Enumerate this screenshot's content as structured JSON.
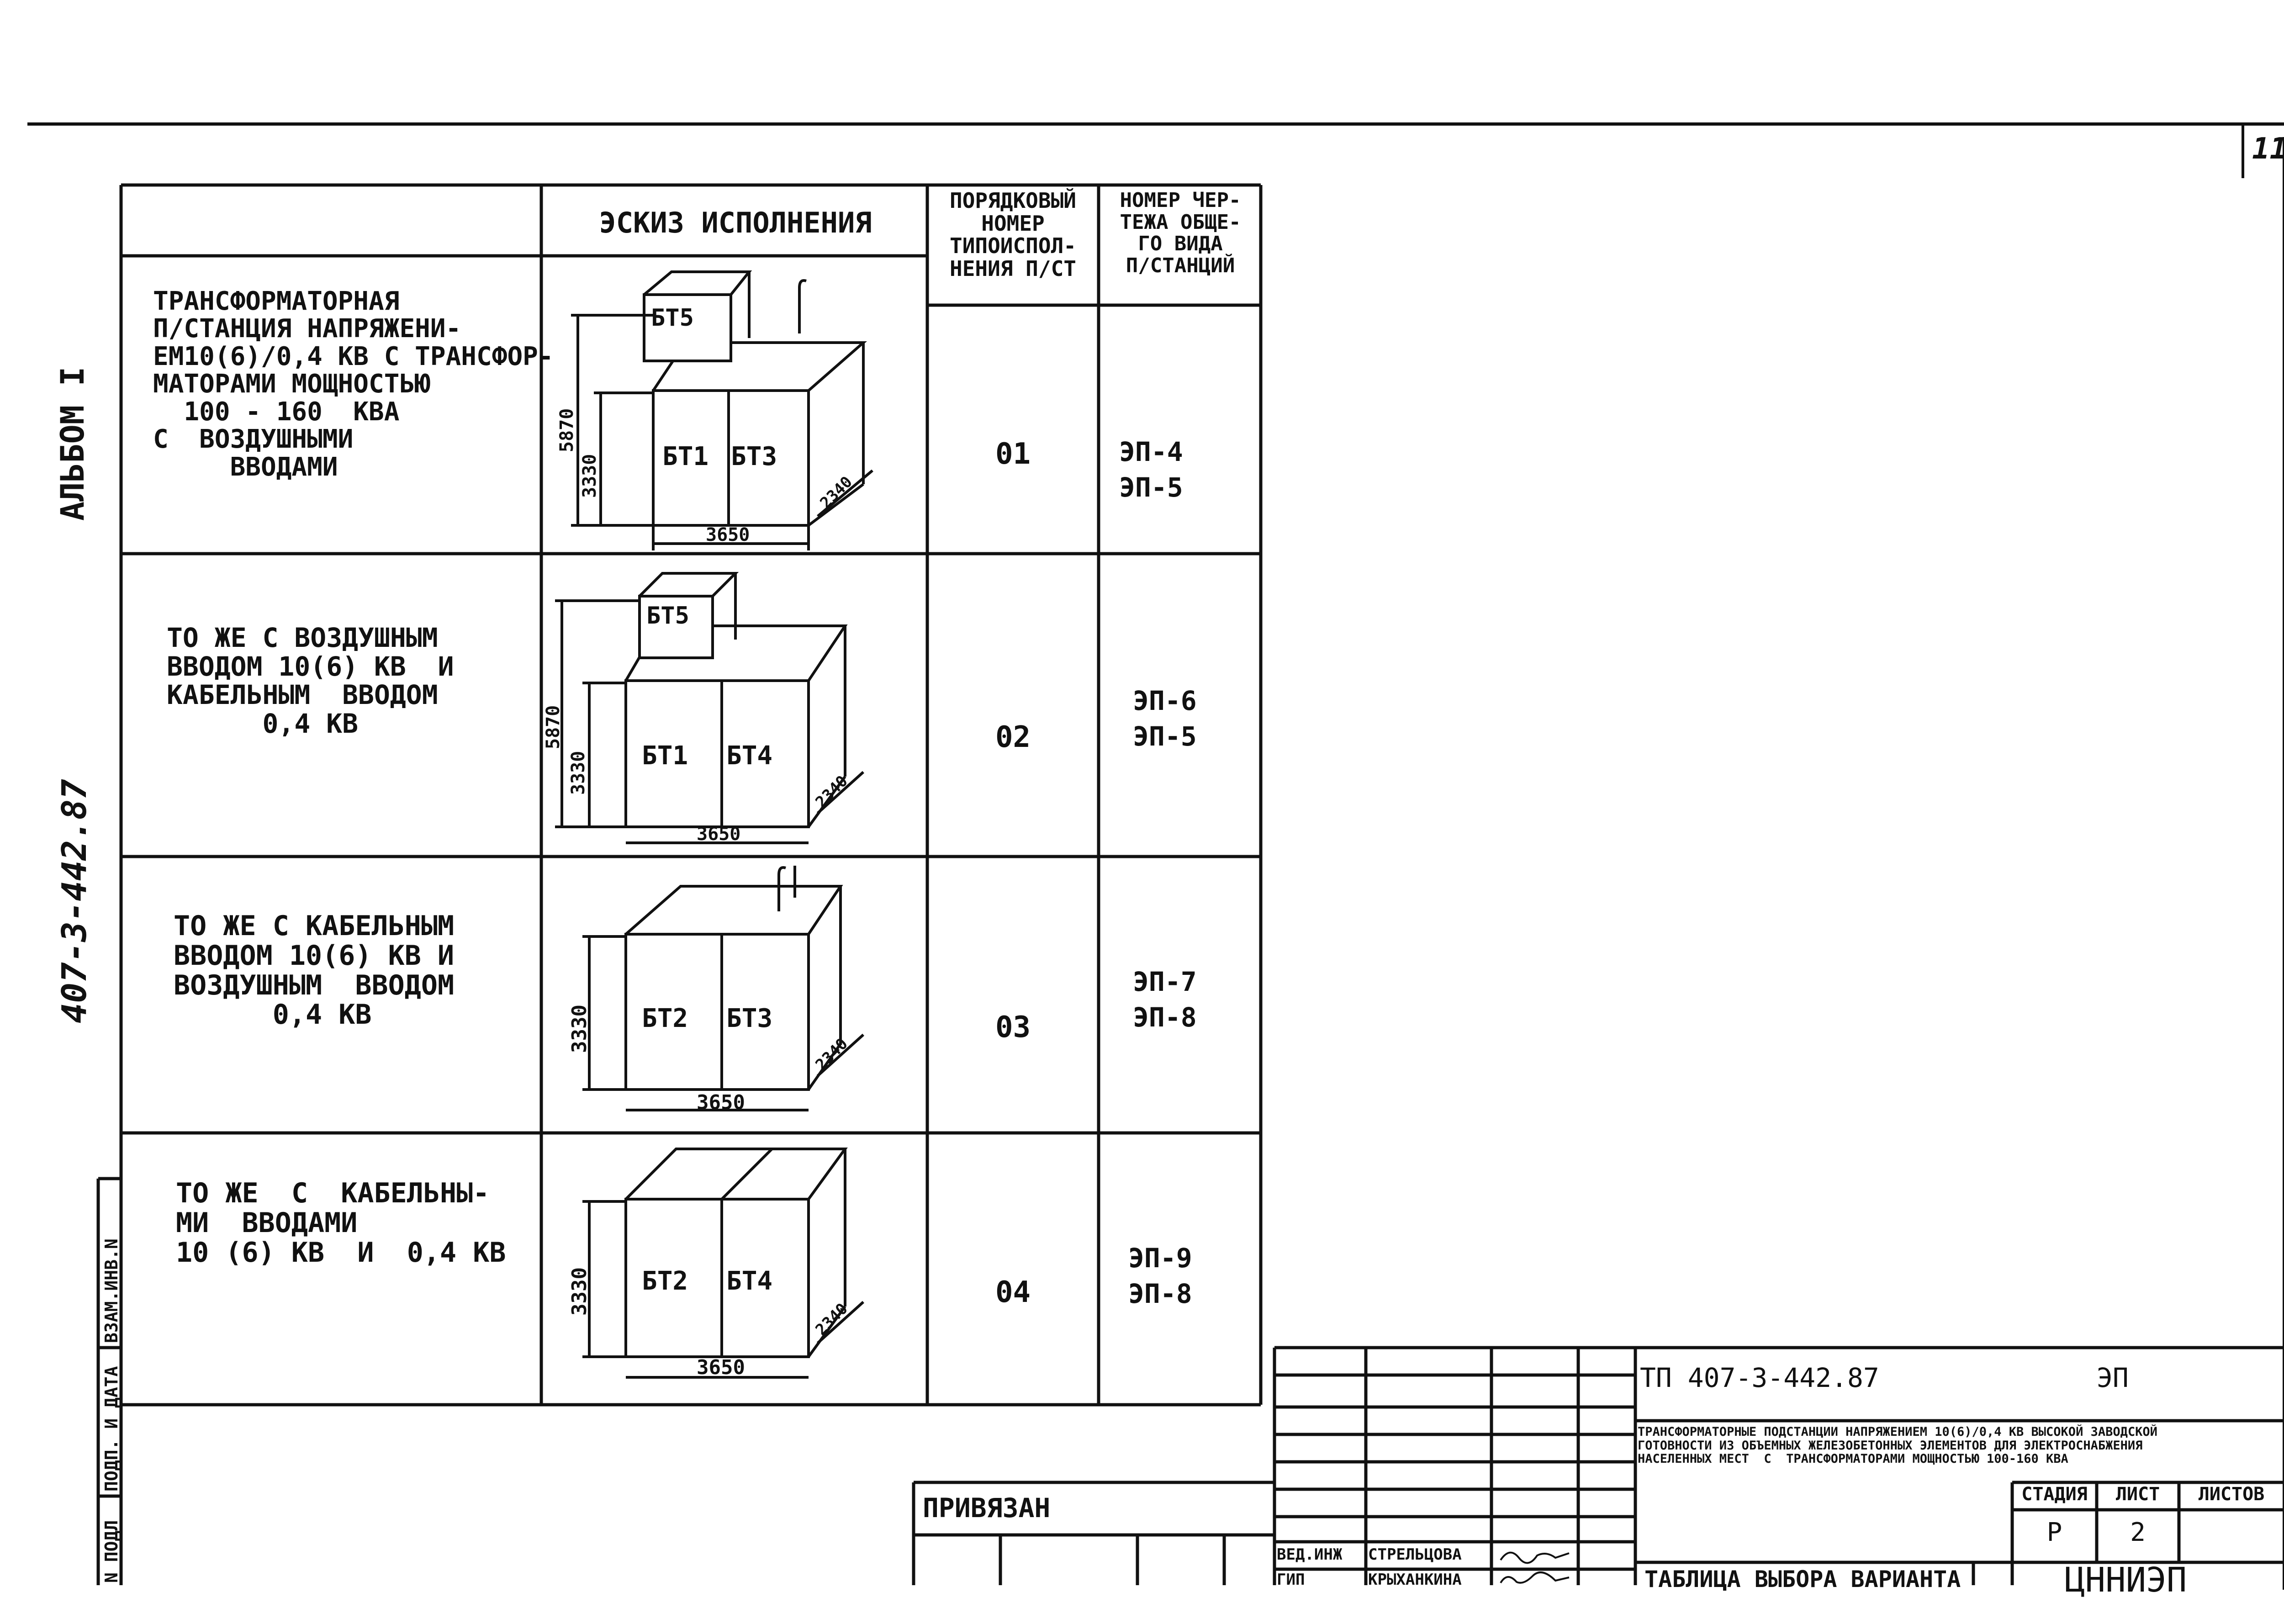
{
  "sheet_number": "11",
  "left_margin": {
    "album": "АЛЬБОМ I",
    "doc_code": "407-3-442.87",
    "stamp_cols": [
      "ВЗАМ.ИНВ.N",
      "ПОДП. И ДАТА",
      "N ПОДЛ"
    ]
  },
  "table": {
    "headers": {
      "sketch": "ЭСКИЗ ИСПОЛНЕНИЯ",
      "ordinal": "ПОРЯДКОВЫЙ\nНОМЕР\nТИПОИСПОЛ-\nНЕНИЯ П/СТ",
      "drawing": "НОМЕР ЧЕР-\nТЕЖА ОБЩЕ-\nГО ВИДА\nП/СТАНЦИЙ"
    },
    "rows": [
      {
        "description": "ТРАНСФОРМАТОРНАЯ\nП/СТАНЦИЯ НАПРЯЖЕНИ-\nЕМ10(6)/0,4 КВ С ТРАНСФОР-\nМАТОРАМИ МОЩНОСТЬЮ\n  100 - 160  КВА\nС  ВОЗДУШНЫМИ\n     ВВОДАМИ",
        "ordinal": "01",
        "drawings": "ЭП-4\nЭП-5",
        "sketch": {
          "top": "БТ5",
          "left": "БТ1",
          "right": "БТ3",
          "height_total": "5870",
          "height": "3330",
          "width": "3650",
          "depth": "2340"
        }
      },
      {
        "description": "ТО ЖЕ С ВОЗДУШНЫМ\nВВОДОМ 10(6) КВ  И\nКАБЕЛЬНЫМ  ВВОДОМ\n      0,4 КВ",
        "ordinal": "02",
        "drawings": "ЭП-6\nЭП-5",
        "sketch": {
          "top": "БТ5",
          "left": "БТ1",
          "right": "БТ4",
          "height_total": "5870",
          "height": "3330",
          "width": "3650",
          "depth": "2340"
        }
      },
      {
        "description": "ТО ЖЕ С КАБЕЛЬНЫМ\nВВОДОМ 10(6) КВ И\nВОЗДУШНЫМ  ВВОДОМ\n      0,4 КВ",
        "ordinal": "03",
        "drawings": "ЭП-7\nЭП-8",
        "sketch": {
          "left": "БТ2",
          "right": "БТ3",
          "height": "3330",
          "width": "3650",
          "depth": "2340"
        }
      },
      {
        "description": "ТО ЖЕ  С  КАБЕЛЬНЫ-\nМИ  ВВОДАМИ\n10 (6) КВ  И  0,4 КВ",
        "ordinal": "04",
        "drawings": "ЭП-9\nЭП-8",
        "sketch": {
          "left": "БТ2",
          "right": "БТ4",
          "height": "3330",
          "width": "3650",
          "depth": "2340"
        }
      }
    ]
  },
  "title_block": {
    "code": "ТП 407-3-442.87",
    "section": "ЭП",
    "description": "ТРАНСФОРМАТОРНЫЕ ПОДСТАНЦИИ НАПРЯЖЕНИЕМ 10(6)/0,4 КВ ВЫСОКОЙ ЗАВОДСКОЙ\nГОТОВНОСТИ ИЗ ОБЪЕМНЫХ ЖЕЛЕЗОБЕТОННЫХ ЭЛЕМЕНТОВ ДЛЯ ЭЛЕКТРОСНАБЖЕНИЯ\nНАСЕЛЕННЫХ МЕСТ  С  ТРАНСФОРМАТОРАМИ МОЩНОСТЬЮ 100-160 КВА",
    "stage_label": "СТАДИЯ",
    "sheet_label": "ЛИСТ",
    "sheets_label": "ЛИСТОВ",
    "stage": "Р",
    "sheet": "2",
    "sheets": "",
    "bound": "ПРИВЯЗАН",
    "roles": [
      {
        "role": "ВЕД.ИНЖ",
        "name": "СТРЕЛЬЦОВА"
      },
      {
        "role": "ГИП",
        "name": "КРЫХАНКИНА"
      }
    ],
    "sheet_title": "ТАБЛИЦА ВЫБОРА ВАРИАНТА",
    "org": "ЦННИЭП"
  }
}
